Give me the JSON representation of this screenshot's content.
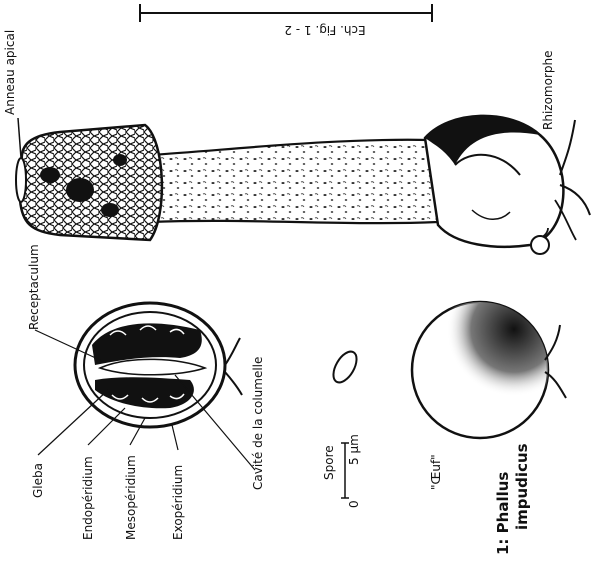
{
  "labels": {
    "scale_title": "Ech. Fig. 1 - 2",
    "anneau": "Anneau apical",
    "rhizomorphe": "Rhizomorphe",
    "receptaculum": "Receptaculum",
    "cavite": "Cavité de la columelle",
    "gleba": "Gleba",
    "endoperidium": "Endopéridium",
    "mesoperidium": "Mesopéridium",
    "exoperidium": "Exopéridium",
    "spore": "Spore",
    "scale_zero": "0",
    "scale_value": "5 µm",
    "oeuf": "\"Œuf\"",
    "species_number": "1:",
    "species_genus": "Phallus",
    "species_epithet": "impudicus"
  }
}
